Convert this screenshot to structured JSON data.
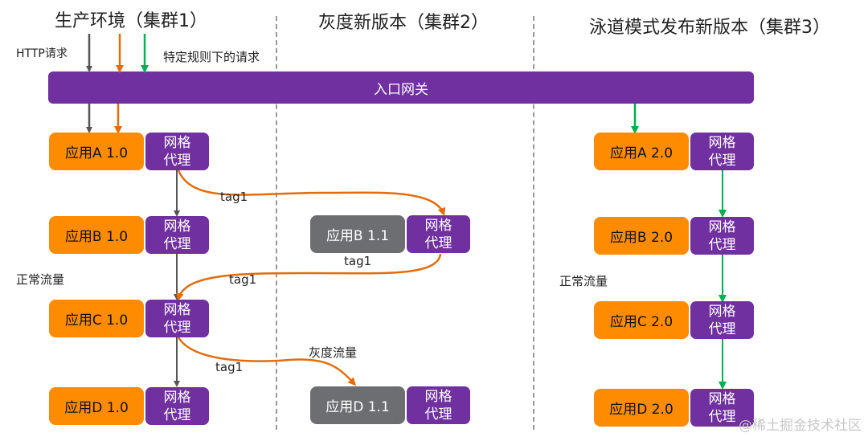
{
  "titles": {
    "prod": "生产环境（集群1）",
    "gray": "灰度新版本（集群2）",
    "lane": "泳道模式发布新版本（集群3）"
  },
  "labels": {
    "http_request": "HTTP请求",
    "specific_rule_request": "特定规则下的请求",
    "gateway": "入口网关",
    "normal_traffic_left": "正常流量",
    "normal_traffic_right": "正常流量",
    "gray_traffic": "灰度流量",
    "tag1_a": "tag1",
    "tag1_b": "tag1",
    "tag1_c": "tag1",
    "tag1_d": "tag1"
  },
  "proxy": {
    "line1": "网格",
    "line2": "代理"
  },
  "cluster1": {
    "app_a": "应用A 1.0",
    "app_b": "应用B 1.0",
    "app_c": "应用C 1.0",
    "app_d": "应用D 1.0"
  },
  "cluster2": {
    "app_b": "应用B 1.1",
    "app_d": "应用D 1.1"
  },
  "cluster3": {
    "app_a": "应用A 2.0",
    "app_b": "应用B 2.0",
    "app_c": "应用C 2.0",
    "app_d": "应用D 2.0"
  },
  "colors": {
    "purple": "#7030A0",
    "orange": "#FF8C00",
    "gray_app": "#6D6E71",
    "normal_arrow": "#555555",
    "tag_arrow": "#E46C0A",
    "lane_arrow": "#00B050"
  },
  "watermark": "@稀土掘金技术社区"
}
